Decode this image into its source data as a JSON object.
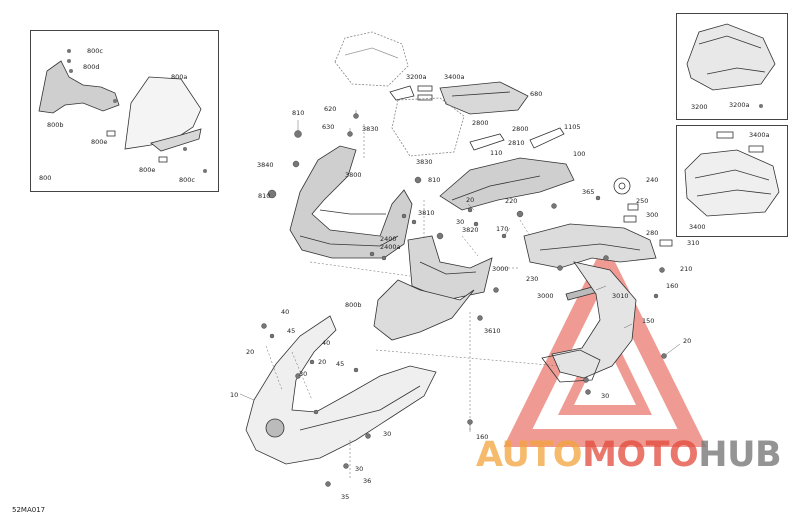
{
  "diagram_code": "52MA017",
  "watermark": {
    "part1": "AUTO",
    "part2": "MOTO",
    "part3": "HUB",
    "color1": "#f2a33a",
    "color2": "#e24a3b",
    "color3": "#7a7a7a"
  },
  "insets": {
    "left_windshield": {
      "labels": [
        "800c",
        "800d",
        "800a",
        "800b",
        "800e",
        "800e",
        "800c",
        "800"
      ]
    },
    "top_right_cover": {
      "labels": [
        "3200",
        "3200a"
      ]
    },
    "right_storage": {
      "labels": [
        "3400a",
        "3400"
      ]
    }
  },
  "callouts": [
    "3200a",
    "3400a",
    "680",
    "620",
    "630",
    "3830",
    "2800",
    "2800",
    "2810",
    "110",
    "1105",
    "810",
    "3840",
    "3800",
    "3830",
    "810",
    "810",
    "100",
    "365",
    "240",
    "250",
    "300",
    "280",
    "220",
    "3810",
    "20",
    "30",
    "3820",
    "170",
    "2400",
    "2400a",
    "3000",
    "230",
    "310",
    "210",
    "160",
    "3010",
    "3000",
    "150",
    "3610",
    "800b",
    "40",
    "45",
    "20",
    "40",
    "20",
    "45",
    "30",
    "20",
    "10",
    "30",
    "160",
    "30",
    "30",
    "35",
    "36"
  ]
}
